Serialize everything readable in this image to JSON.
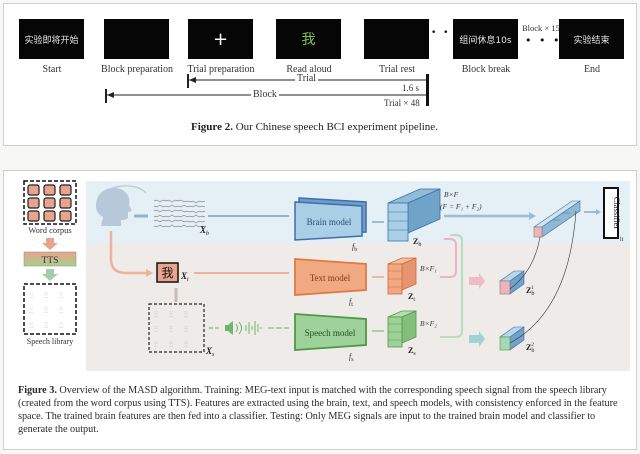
{
  "figure2": {
    "screens": [
      {
        "label": "Start",
        "content": "实验即将开始",
        "content_color": "#e6e6e6"
      },
      {
        "label": "Block preparation",
        "content": "",
        "content_color": "#e6e6e6"
      },
      {
        "label": "Trial preparation",
        "content": "+",
        "content_color": "#ffffff"
      },
      {
        "label": "Read aloud",
        "content": "我",
        "content_color": "#7fbf5a"
      },
      {
        "label": "Trial rest",
        "content": "",
        "content_color": "#e6e6e6"
      },
      {
        "label": "Block break",
        "content": "组间休息10s",
        "content_color": "#e6e6e6"
      },
      {
        "label": "End",
        "content": "实验结束",
        "content_color": "#e6e6e6"
      }
    ],
    "ellipsis": "• • •",
    "block_repeat": "Block × 15",
    "trial_label": "Trial",
    "trial_duration": "1.6 s",
    "block_label": "Block",
    "trial_repeat": "Trial × 48",
    "caption_bold": "Figure 2.",
    "caption_text": " Our Chinese speech BCI experiment pipeline."
  },
  "figure3": {
    "word_corpus_label": "Word corpus",
    "tts_label": "TTS",
    "speech_library_label": "Speech library",
    "xb_label": "X",
    "xb_sub": "b",
    "xt_label": "X",
    "xt_sub": "t",
    "xs_label": "X",
    "xs_sub": "s",
    "text_char": "我",
    "brain_model": {
      "label": "Brain model",
      "fn": "f",
      "fn_sub": "b"
    },
    "text_model": {
      "label": "Text model",
      "fn": "f",
      "fn_sub": "t"
    },
    "speech_model": {
      "label": "Speech model",
      "fn": "f",
      "fn_sub": "s"
    },
    "zb_label": "Z",
    "zb_sub": "b",
    "zt_label": "Z",
    "zt_sub": "t",
    "zs_label": "Z",
    "zs_sub": "s",
    "bf_label": "B×F",
    "bf_eq": "(F = F₁ + F₂)",
    "bf1_label": "B×F₁",
    "bf2_label": "B×F₂",
    "zb1_label": "Z",
    "zb1_sub": "b",
    "zb1_sup": "1",
    "zb2_label": "Z",
    "zb2_sub": "b",
    "zb2_sup": "2",
    "classifier_label": "Classifier",
    "classifier_out": "lt",
    "caption_bold": "Figure 3.",
    "caption_text": " Overview of the MASD algorithm. Training: MEG-text input is matched with the corresponding speech signal from the speech library (created from the word corpus using TTS). Features are extracted using the brain, text, and speech models, with consistency enforced in the feature space. The trained brain features are then fed into a classifier. Testing: Only MEG signals are input to the trained brain model and classifier to generate the output."
  },
  "colors": {
    "brain": "#5b8fc0",
    "brain_fill": "#a9cfe6",
    "text": "#e07a45",
    "text_fill": "#f1a982",
    "speech": "#5ea85a",
    "speech_fill": "#9fd19a",
    "word_cell": "#e9a48d",
    "band_top": "#e4eff6",
    "band_bottom": "#efebe8"
  }
}
